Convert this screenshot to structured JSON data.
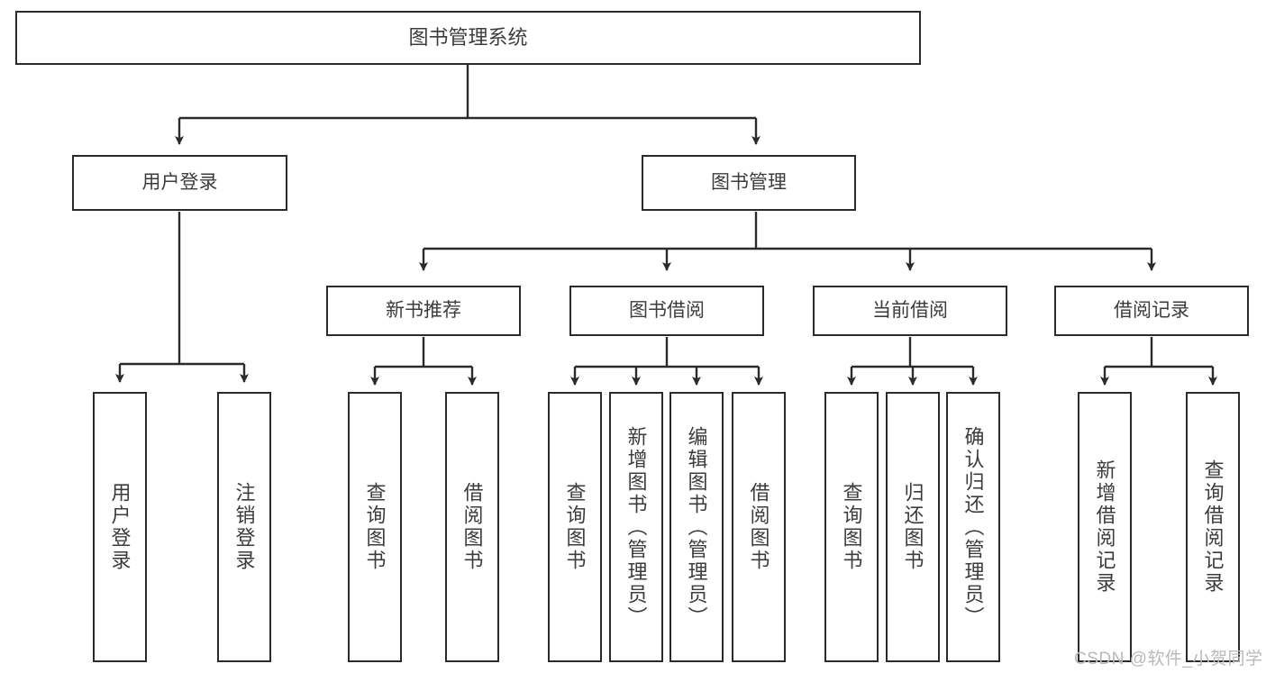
{
  "diagram": {
    "title": "图书管理系统",
    "type": "functional-structure-tree",
    "watermark": "CSDN @软件_小贺同学",
    "colors": {
      "box_border": "#2b2b2b",
      "box_fill": "#ffffff",
      "text": "#3c3c3c",
      "connector": "#2b2b2b",
      "watermark": "#b9b9b9",
      "background": "#ffffff"
    },
    "nodes": {
      "root": {
        "label": "图书管理系统"
      },
      "level2": [
        {
          "id": "user-login",
          "label": "用户登录"
        },
        {
          "id": "book-management",
          "label": "图书管理"
        }
      ],
      "level3": [
        {
          "id": "new-book-recommend",
          "label": "新书推荐"
        },
        {
          "id": "book-borrow",
          "label": "图书借阅"
        },
        {
          "id": "current-borrow",
          "label": "当前借阅"
        },
        {
          "id": "borrow-record",
          "label": "借阅记录"
        }
      ],
      "leaves": {
        "user_login": [
          {
            "id": "leaf-user-login",
            "label": "用户登录"
          },
          {
            "id": "leaf-logout-login",
            "label": "注销登录"
          }
        ],
        "new_book_recommend": [
          {
            "id": "leaf-query-book-1",
            "label": "查询图书"
          },
          {
            "id": "leaf-borrow-book-1",
            "label": "借阅图书"
          }
        ],
        "book_borrow": [
          {
            "id": "leaf-query-book-2",
            "label": "查询图书"
          },
          {
            "id": "leaf-add-book",
            "label": "新增图书（管理员）"
          },
          {
            "id": "leaf-edit-book",
            "label": "编辑图书（管理员）"
          },
          {
            "id": "leaf-borrow-book-2",
            "label": "借阅图书"
          }
        ],
        "current_borrow": [
          {
            "id": "leaf-query-book-3",
            "label": "查询图书"
          },
          {
            "id": "leaf-return-book",
            "label": "归还图书"
          },
          {
            "id": "leaf-confirm-return",
            "label": "确认归还（管理员）"
          }
        ],
        "borrow_record": [
          {
            "id": "leaf-add-record",
            "label": "新增借阅记录"
          },
          {
            "id": "leaf-query-record",
            "label": "查询借阅记录"
          }
        ]
      }
    },
    "edges": [
      {
        "from": "root",
        "to": "user-login"
      },
      {
        "from": "root",
        "to": "book-management"
      },
      {
        "from": "user-login",
        "to": "leaf-user-login"
      },
      {
        "from": "user-login",
        "to": "leaf-logout-login"
      },
      {
        "from": "book-management",
        "to": "new-book-recommend"
      },
      {
        "from": "book-management",
        "to": "book-borrow"
      },
      {
        "from": "book-management",
        "to": "current-borrow"
      },
      {
        "from": "book-management",
        "to": "borrow-record"
      },
      {
        "from": "new-book-recommend",
        "to": "leaf-query-book-1"
      },
      {
        "from": "new-book-recommend",
        "to": "leaf-borrow-book-1"
      },
      {
        "from": "book-borrow",
        "to": "leaf-query-book-2"
      },
      {
        "from": "book-borrow",
        "to": "leaf-add-book"
      },
      {
        "from": "book-borrow",
        "to": "leaf-edit-book"
      },
      {
        "from": "book-borrow",
        "to": "leaf-borrow-book-2"
      },
      {
        "from": "current-borrow",
        "to": "leaf-query-book-3"
      },
      {
        "from": "current-borrow",
        "to": "leaf-return-book"
      },
      {
        "from": "current-borrow",
        "to": "leaf-confirm-return"
      },
      {
        "from": "borrow-record",
        "to": "leaf-add-record"
      },
      {
        "from": "borrow-record",
        "to": "leaf-query-record"
      }
    ]
  }
}
